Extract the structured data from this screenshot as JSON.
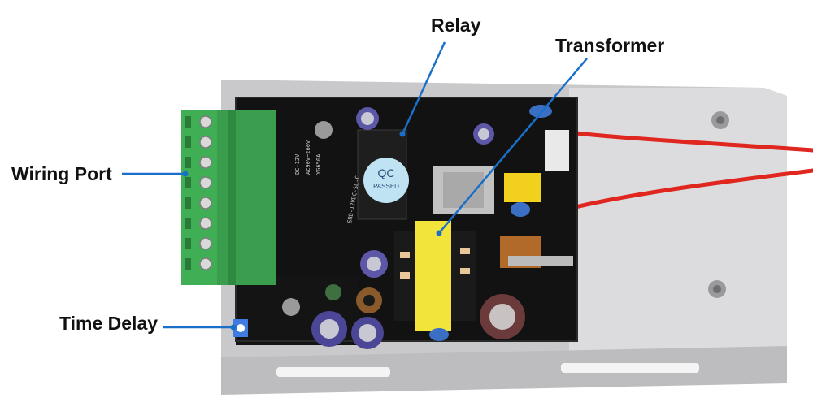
{
  "labels": {
    "relay": "Relay",
    "transformer": "Transformer",
    "wiring_port": "Wiring Port",
    "time_delay": "Time Delay"
  },
  "board_markings": {
    "relay_top": "QC",
    "relay_mid": "PASSED",
    "relay_model": "SRD-12VDC-SL-C",
    "board_model": "YG650A",
    "board_input": "AC90V~260V",
    "board_output": "DC-12V"
  },
  "colors": {
    "callout_line": "#1a6fc9",
    "pcb": "#111111",
    "terminal_block": "#3fae55",
    "transformer": "#f2e43a",
    "enclosure": "#d4d4d6",
    "wire": "#e0271f"
  }
}
